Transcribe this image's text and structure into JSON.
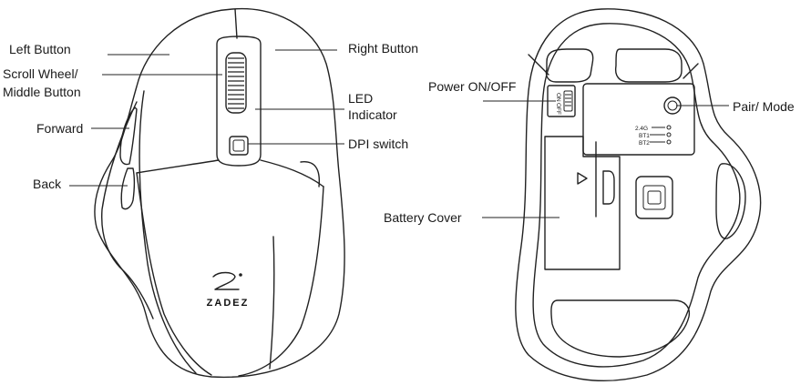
{
  "left_view": {
    "labels": {
      "left_button": "Left Button",
      "scroll_wheel_line1": "Scroll Wheel/",
      "scroll_wheel_line2": "Middle Button",
      "forward": "Forward",
      "back": "Back",
      "right_button": "Right Button",
      "led_line1": "LED",
      "led_line2": "Indicator",
      "dpi_switch": "DPI switch"
    },
    "brand": "ZADEZ"
  },
  "right_view": {
    "labels": {
      "power": "Power ON/OFF",
      "pair_mode": "Pair/ Mode",
      "battery_cover": "Battery Cover"
    },
    "switch_labels": {
      "on": "ON",
      "off": "OFF"
    },
    "modes": [
      "2.4G",
      "BT1",
      "BT2"
    ]
  }
}
